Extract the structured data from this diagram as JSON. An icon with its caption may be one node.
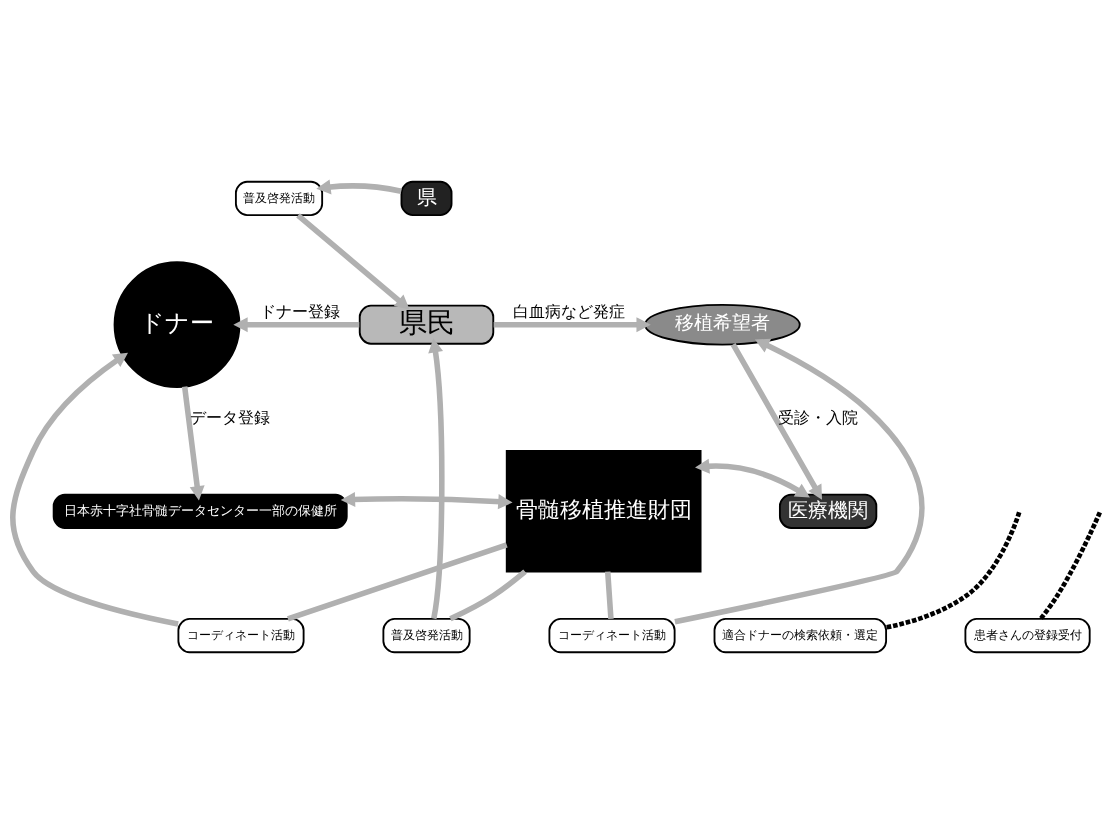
{
  "diagram": {
    "nodes": [
      {
        "text": [
          "普及啓発活動"
        ]
      },
      {
        "text": [
          "県"
        ]
      },
      {
        "text": [
          "ドナー"
        ]
      },
      {
        "text": [
          "県民"
        ]
      },
      {
        "text": [
          "移植希望者"
        ]
      },
      {
        "text": [
          "コーディネート活動"
        ]
      },
      {
        "text": [
          "普及啓発活動"
        ]
      },
      {
        "text": [
          "コーディネート活動"
        ]
      },
      {
        "text": [
          "日本赤十字社骨髄データセンター一部の保健所"
        ]
      },
      {
        "text": [
          "骨髄移植推進財団"
        ]
      },
      {
        "text": [
          "医療機関"
        ]
      },
      {
        "text": [
          "適合ドナーの検索依頼・選定"
        ]
      },
      {
        "text": [
          "患者さんの登録受付"
        ]
      }
    ],
    "edges": [
      {
        "from": 1,
        "to": 0,
        "arrow": "to"
      },
      {
        "from": 0,
        "to": 3,
        "arrow": "to"
      },
      {
        "from": 3,
        "to": 2,
        "arrow": "to",
        "label": "ドナー登録"
      },
      {
        "from": 3,
        "to": 4,
        "arrow": "to",
        "label": "白血病など発症"
      },
      {
        "from": 9,
        "to": 5,
        "arrow": "none"
      },
      {
        "from": 5,
        "to": 2,
        "arrow": "to"
      },
      {
        "from": 9,
        "to": 6,
        "arrow": "none"
      },
      {
        "from": 6,
        "to": 3,
        "arrow": "to"
      },
      {
        "from": 9,
        "to": 7,
        "arrow": "none"
      },
      {
        "from": 7,
        "to": 4,
        "arrow": "to"
      },
      {
        "from": 2,
        "to": 8,
        "arrow": "to",
        "label": "データ登録"
      },
      {
        "from": 4,
        "to": 10,
        "arrow": "to",
        "label": "受診・入院"
      },
      {
        "from": 8,
        "to": 9,
        "arrow": "both"
      },
      {
        "from": 9,
        "to": 10,
        "arrow": "both"
      },
      {
        "from": 11,
        "to": null,
        "arrow": "none",
        "style": "dashed",
        "color": "#000000"
      },
      {
        "from": 12,
        "to": null,
        "arrow": "none",
        "style": "dashed",
        "color": "#000000"
      }
    ]
  }
}
